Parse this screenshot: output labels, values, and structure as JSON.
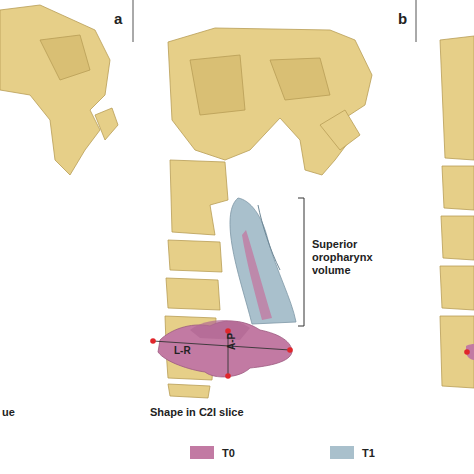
{
  "diagram": {
    "labels": [
      "a",
      "b",
      "Superior oropharynx volume",
      "L-R",
      "A-P",
      "ue",
      "Shape in C2I slice"
    ],
    "legend": [
      {
        "text": "T0",
        "color": "#c27aa3"
      },
      {
        "text": "T1",
        "color": "#a9c0cc"
      }
    ]
  }
}
